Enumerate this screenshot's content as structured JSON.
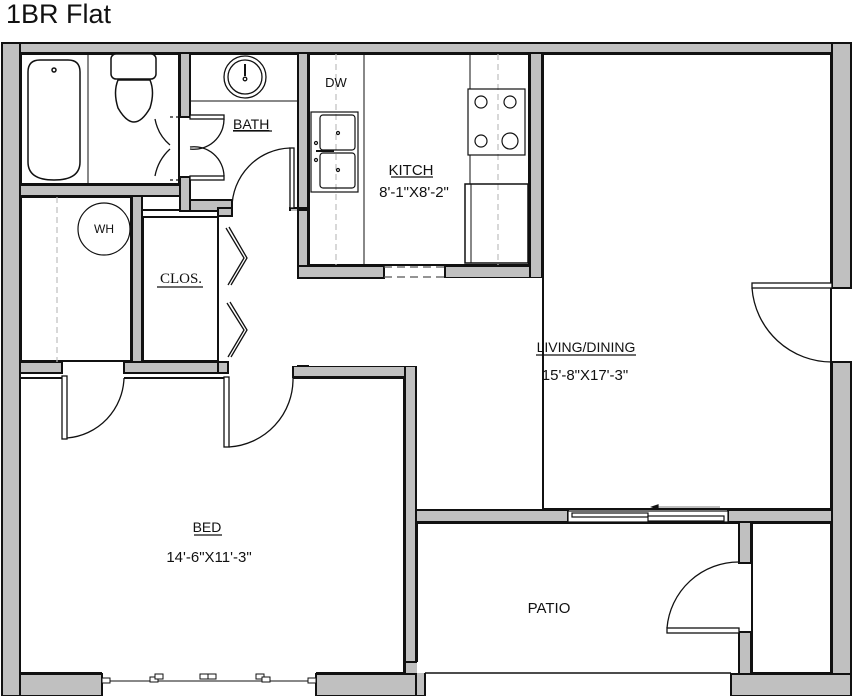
{
  "title": "1BR Flat",
  "colors": {
    "wall_fill": "#c0c0c0",
    "wall_line": "#111111",
    "background": "#ffffff",
    "dashed_line": "#bdbdbd"
  },
  "rooms": {
    "bath": {
      "name": "BATH"
    },
    "kitchen": {
      "name": "KITCH",
      "dimensions": "8'-1\"X8'-2\""
    },
    "closet": {
      "name": "CLOS."
    },
    "living": {
      "name": "LIVING/DINING",
      "dimensions": "15'-8\"X17'-3\""
    },
    "bed": {
      "name": "BED",
      "dimensions": "14'-6\"X11'-3\""
    },
    "patio": {
      "name": "PATIO"
    }
  },
  "fixtures": {
    "dishwasher": "DW",
    "water_heater": "WH"
  }
}
